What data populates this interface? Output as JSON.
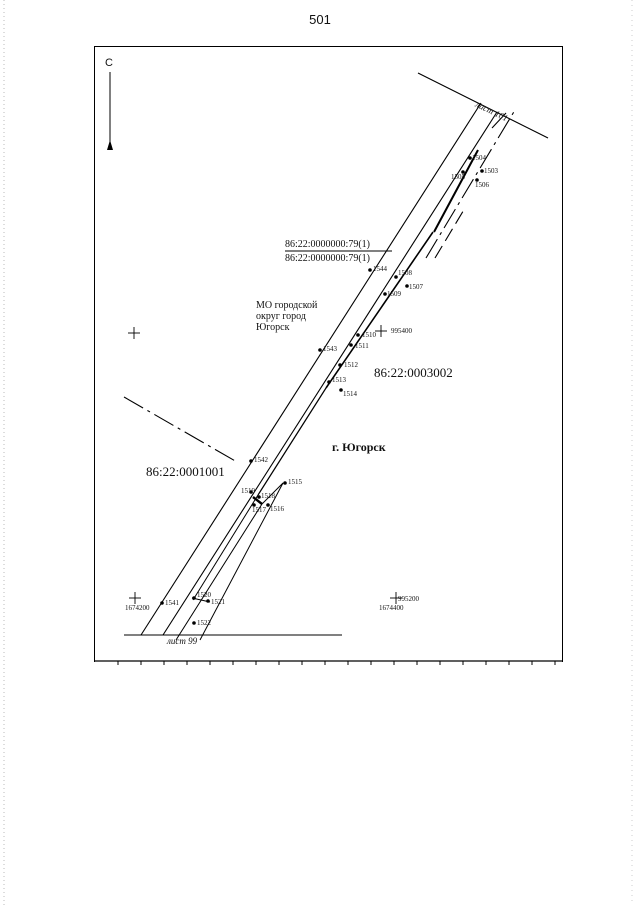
{
  "page_number": "501",
  "north_label": "С",
  "sheet_top": "лист 101",
  "sheet_bottom": "лист 99",
  "parcel_upper": "86:22:0000000:79(1)",
  "parcel_lower": "86:22:0000000:79(1)",
  "municipality": [
    "МО городской",
    "округ город",
    "Югорск"
  ],
  "quarter_east": "86:22:0003002",
  "quarter_west": "86:22:0001001",
  "town": "г. Югорск",
  "grid": {
    "c1": "995400",
    "c2": "995200",
    "c2b": "1674400",
    "c3": "1674200"
  },
  "points": {
    "p1503": "1503",
    "p1504": "1504",
    "p1505": "1505",
    "p1506": "1506",
    "p1507": "1507",
    "p1508": "1508",
    "p1509": "1509",
    "p1510": "1510",
    "p1511": "1511",
    "p1512": "1512",
    "p1513": "1513",
    "p1514": "1514",
    "p1515": "1515",
    "p1516": "1516",
    "p1517": "1517",
    "p1518": "1518",
    "p1519": "1519",
    "p1520": "1520",
    "p1521": "1521",
    "p1522": "1522",
    "p1541": "1541",
    "p1542": "1542",
    "p1543": "1543",
    "p1544": "1544"
  }
}
